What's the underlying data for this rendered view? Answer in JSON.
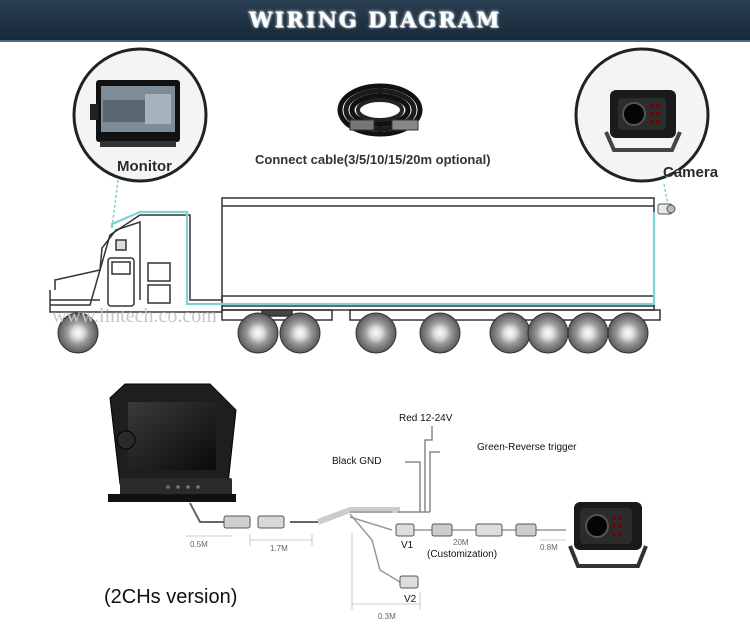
{
  "banner": {
    "title": "WIRING DIAGRAM"
  },
  "top": {
    "monitor_label": "Monitor",
    "camera_label": "Camera",
    "cable_label": "Connect cable(3/5/10/15/20m optional)",
    "watermark": "www.lintech.co.com"
  },
  "bottom": {
    "red_wire": "Red 12-24V",
    "green_wire": "Green-Reverse trigger",
    "black_wire": "Black GND",
    "v1": "V1",
    "v2": "V2",
    "len_20m": "20M",
    "customization": "(Customization)",
    "len_05m": "0.5M",
    "len_17m": "1.7M",
    "len_08m": "0.8M",
    "len_03m": "0.3M",
    "version": "(2CHs version)"
  },
  "colors": {
    "banner": "#1f3345",
    "wire_route": "#7fd1d8",
    "red_wire": "#cc2a2a",
    "green_wire": "#2a9b3a"
  }
}
